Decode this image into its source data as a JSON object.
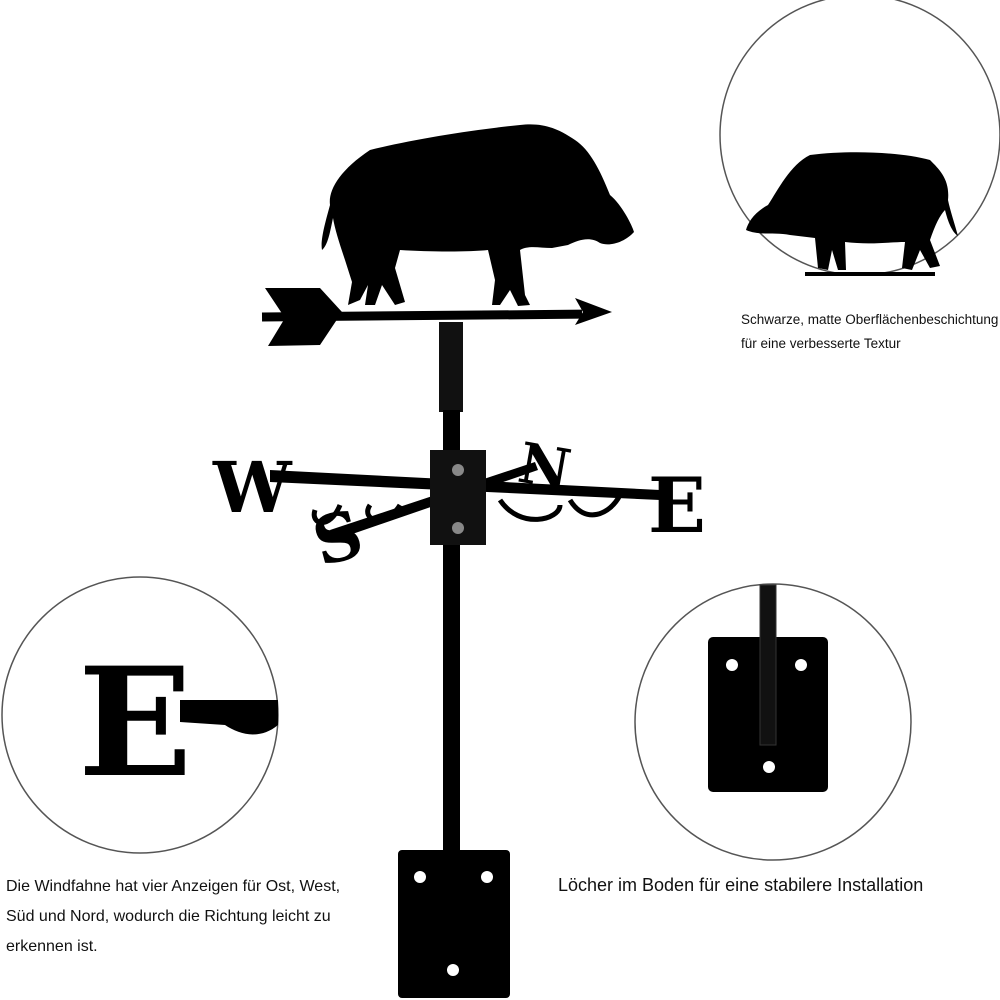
{
  "vane_letters": {
    "west": "W",
    "south": "S",
    "north": "N",
    "east": "E"
  },
  "captions": {
    "coating_line1": "Schwarze, matte Oberflächenbeschichtung",
    "coating_line2": "für eine verbesserte Textur",
    "directions": "Die Windfahne hat vier Anzeigen für Ost, West, Süd und Nord, wodurch die Richtung leicht zu erkennen ist.",
    "base_holes": "Löcher im Boden für eine stabilere Installation"
  },
  "colors": {
    "product": "#000000",
    "circle_border": "#555555"
  }
}
